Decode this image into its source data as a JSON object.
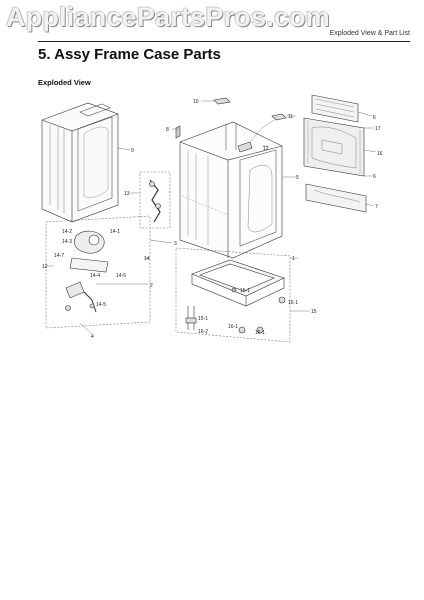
{
  "watermark": "AppliancePartsPros.com",
  "header_right": "Exploded View & Part List",
  "section_title": "5.  Assy Frame Case Parts",
  "subsection_title": "Exploded View",
  "callouts": {
    "c1": "1",
    "c2": "2",
    "c3": "3",
    "c4": "4",
    "c5": "5",
    "c6": "6",
    "c7": "7",
    "c9": "9",
    "c10": "10",
    "c11": "11",
    "c12": "12",
    "c13": "13",
    "c14": "14",
    "c15": "15",
    "c16": "16",
    "c17": "17",
    "c14_1": "14-1",
    "c14_2": "14-2",
    "c14_3": "14-3",
    "c14_4": "14-4",
    "c14_5": "14-5",
    "c14_6": "14-6",
    "c14_7": "14-7",
    "c15_1": "15-1",
    "c16_1": "16-1",
    "c16_1b": "16-1",
    "c15_1b": "15-1",
    "c16_2": "16-2",
    "c16_1c": "16-1"
  }
}
